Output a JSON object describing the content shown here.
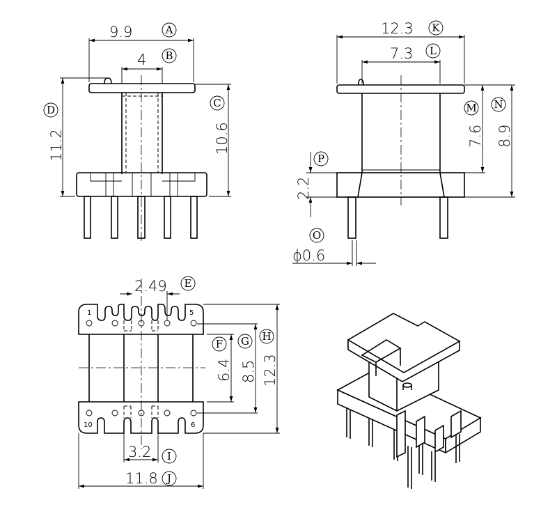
{
  "title": "EE bobbin dimension drawing",
  "front_view": {
    "dims": [
      {
        "letter": "A",
        "value": "9.9"
      },
      {
        "letter": "B",
        "value": "4"
      },
      {
        "letter": "C",
        "value": "10.6"
      },
      {
        "letter": "D",
        "value": "11.2"
      }
    ]
  },
  "side_view": {
    "dims": [
      {
        "letter": "K",
        "value": "12.3"
      },
      {
        "letter": "L",
        "value": "7.3"
      },
      {
        "letter": "M",
        "value": "7.6"
      },
      {
        "letter": "N",
        "value": "8.9"
      },
      {
        "letter": "P",
        "value": "2.2"
      },
      {
        "letter": "O",
        "value": "ϕ0.6"
      }
    ]
  },
  "bottom_view": {
    "dims": [
      {
        "letter": "E",
        "value": "2.49"
      },
      {
        "letter": "F",
        "value": "6.4"
      },
      {
        "letter": "G",
        "value": "8.5"
      },
      {
        "letter": "H",
        "value": "12.3"
      },
      {
        "letter": "I",
        "value": "3.2"
      },
      {
        "letter": "J",
        "value": "11.8"
      }
    ],
    "pin_labels": [
      "1",
      "5",
      "10",
      "6"
    ]
  }
}
